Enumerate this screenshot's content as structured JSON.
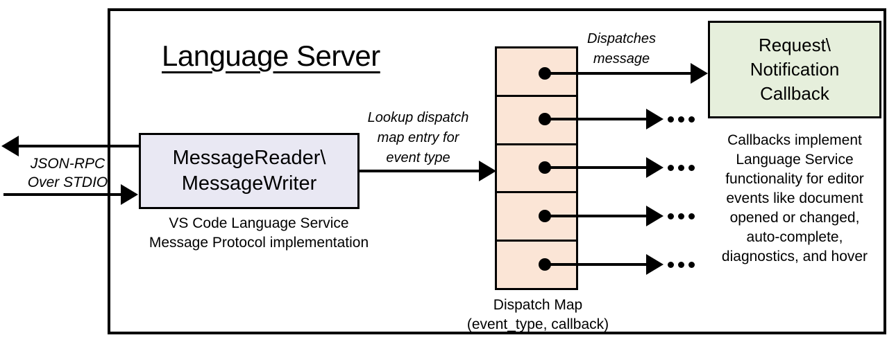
{
  "title": "Language Server",
  "reader_writer": {
    "lines": [
      "MessageReader\\",
      "MessageWriter"
    ],
    "caption_lines": [
      "VS Code Language Service",
      "Message Protocol implementation"
    ]
  },
  "stdio_arrows": {
    "label_lines": [
      "JSON-RPC",
      "Over STDIO"
    ]
  },
  "lookup": {
    "label_lines": [
      "Lookup dispatch",
      "map entry for",
      "event type"
    ]
  },
  "dispatch_map": {
    "row_count": 5,
    "label_lines": [
      "Dispatch Map",
      "(event_type, callback)"
    ]
  },
  "dispatches": {
    "label_lines": [
      "Dispatches",
      "message"
    ]
  },
  "callback_box": {
    "lines": [
      "Request\\",
      "Notification",
      "Callback"
    ]
  },
  "callbacks_note": {
    "lines": [
      "Callbacks implement",
      "Language Service",
      "functionality for editor",
      "events like document",
      "opened or changed,",
      "auto-complete,",
      "diagnostics, and hover"
    ]
  },
  "icons": {
    "ellipsis": "...",
    "arrow": "→",
    "dot": "●"
  },
  "colors": {
    "outline": "#000000",
    "background": "#FFFFFF",
    "reader_box_fill": "#E9E8F3",
    "dispatch_map_fill": "#FBE5D6",
    "callback_box_fill": "#E6EFDC"
  }
}
